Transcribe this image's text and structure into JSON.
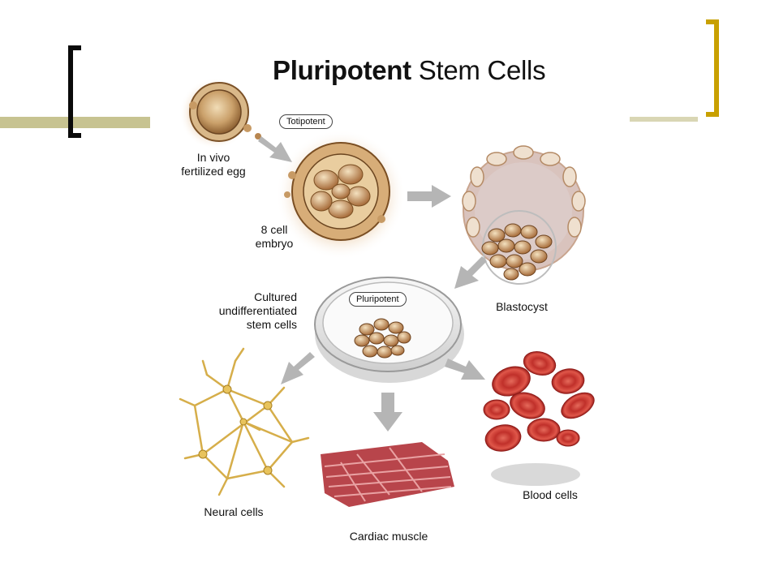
{
  "title": {
    "bold": "Pluripotent",
    "rest": "Stem Cells"
  },
  "badges": {
    "totipotent": "Totipotent",
    "pluripotent": "Pluripotent"
  },
  "labels": {
    "egg": "In vivo\nfertilized egg",
    "embryo": "8 cell\nembryo",
    "blastocyst": "Blastocyst",
    "cultured": "Cultured\nundifferentiated\nstem cells",
    "neural": "Neural cells",
    "cardiac": "Cardiac muscle",
    "blood": "Blood cells"
  },
  "colors": {
    "arrow": "#b5b5b5",
    "egg_tan": "#b98a4e",
    "muscle": "#b8454b",
    "blood": "#c8352e",
    "neural": "#d9b24a",
    "bracket_left": "#0a0a0a",
    "bracket_right": "#c8a000",
    "accent_bar": "#c7c391"
  }
}
